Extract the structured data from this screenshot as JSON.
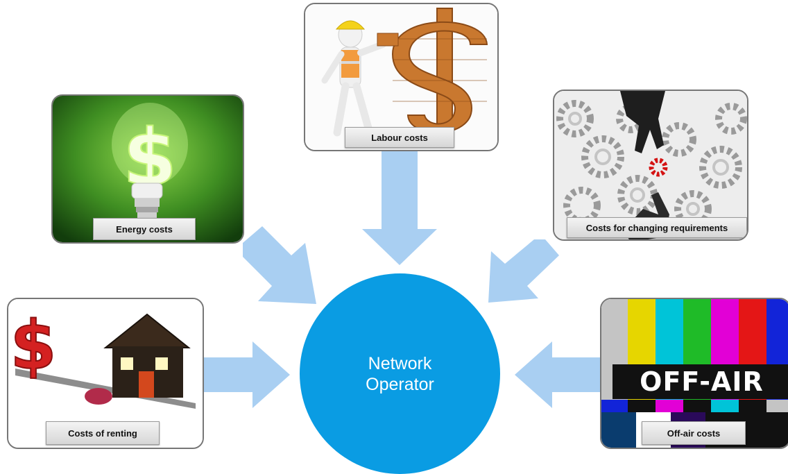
{
  "hub": {
    "label": "Network Operator",
    "color": "#0a9ce3"
  },
  "arrow_color": "#a9cff2",
  "cards": {
    "labour": {
      "label": "Labour costs",
      "icon": "worker-building-dollar-icon"
    },
    "energy": {
      "label": "Energy costs",
      "icon": "dollar-lightbulb-icon"
    },
    "requirements": {
      "label": "Costs for changing requirements",
      "icon": "gears-hand-icon"
    },
    "renting": {
      "label": "Costs of renting",
      "icon": "dollar-house-seesaw-icon"
    },
    "offair": {
      "label": "Off-air costs",
      "icon": "tv-test-pattern-icon",
      "banner": "OFF-AIR"
    }
  }
}
